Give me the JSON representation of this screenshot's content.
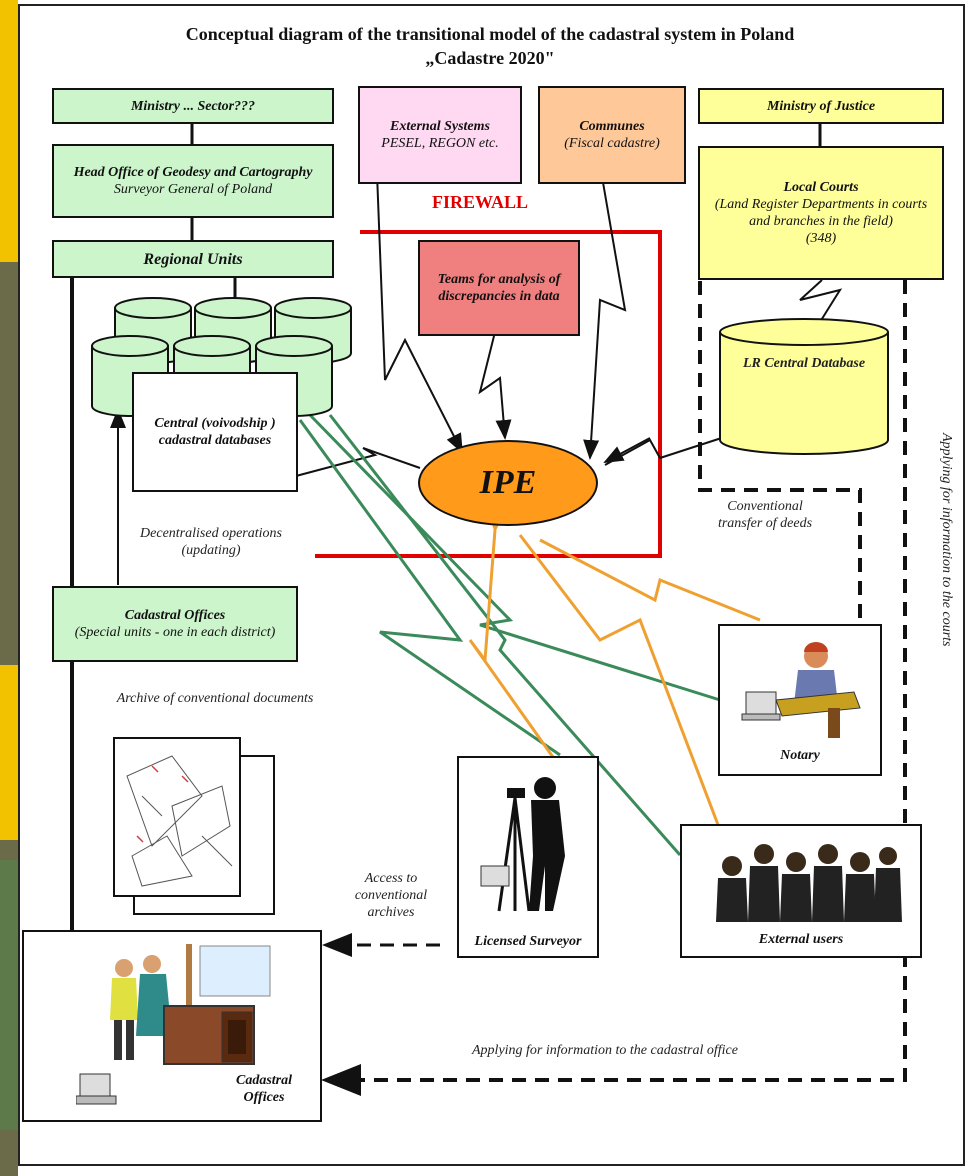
{
  "title": {
    "line1": "Conceptual diagram of the transitional model of the cadastral system in Poland",
    "line2": "„Cadastre 2020\""
  },
  "boxes": {
    "ministry_sector": "Ministry ... Sector???",
    "head_office": {
      "title": "Head Office of Geodesy and Cartography",
      "sub": "Surveyor General of Poland"
    },
    "regional_units": "Regional Units",
    "external_systems": {
      "title": "External Systems",
      "sub": "PESEL, REGON etc."
    },
    "communes": {
      "title": "Communes",
      "sub": "(Fiscal cadastre)"
    },
    "ministry_justice": "Ministry of Justice",
    "local_courts": {
      "title": "Local Courts",
      "sub": "(Land Register Departments in courts and branches in the field)",
      "count": "(348)"
    },
    "teams": "Teams for analysis of discrepancies in data",
    "central_db": "Central (voivodship ) cadastral databases",
    "lr_db": "LR Central Database",
    "ipe": "IPE",
    "cadastral_offices_top": {
      "title": "Cadastral Offices",
      "sub": "(Special units - one in each district)"
    },
    "notary": "Notary",
    "licensed_surveyor": "Licensed Surveyor",
    "external_users": "External users",
    "cadastral_offices_bottom": "Cadastral Offices"
  },
  "labels": {
    "firewall": "FIREWALL",
    "decentralised": "Decentralised operations (updating)",
    "conventional_transfer": "Conventional transfer of deeds",
    "archive": "Archive of conventional documents",
    "access_archives": "Access to conventional archives",
    "applying_cadastral": "Applying for information to the cadastral office",
    "applying_courts": "Applying for information to the courts"
  },
  "colors": {
    "green": "#ccf5cc",
    "pink": "#ffd9f2",
    "peach": "#ffc899",
    "yellow": "#ffff99",
    "red_box": "#f08080",
    "ipe": "#ff9a1a",
    "firewall": "#e00000",
    "green_link": "#3a8a5a",
    "orange_link": "#f0a030"
  }
}
